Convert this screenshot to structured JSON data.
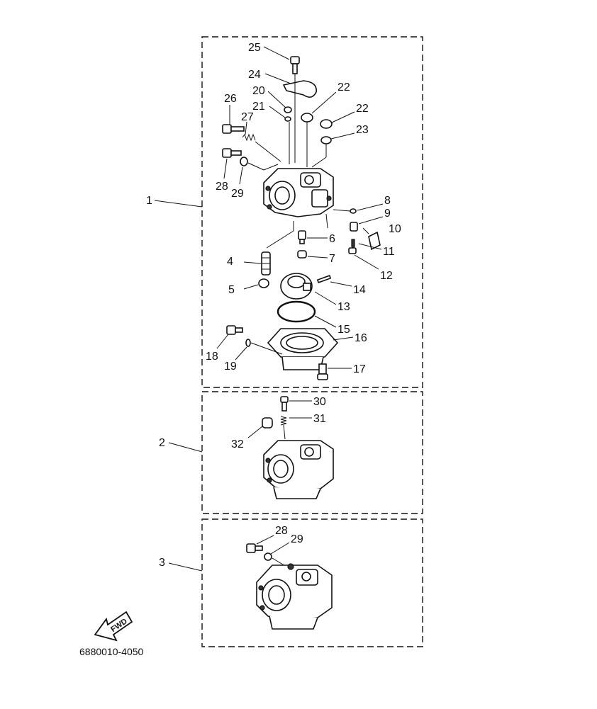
{
  "diagram": {
    "part_code": "6880010-4050",
    "fwd_label": "FWD",
    "assembly_callouts": [
      "1",
      "2",
      "3"
    ],
    "callouts": {
      "p25": "25",
      "p24": "24",
      "p20": "20",
      "p22a": "22",
      "p22b": "22",
      "p21": "21",
      "p26": "26",
      "p27": "27",
      "p23": "23",
      "p28a": "28",
      "p29a": "29",
      "p8": "8",
      "p9": "9",
      "p10": "10",
      "p11": "11",
      "p12": "12",
      "p6": "6",
      "p7": "7",
      "p4": "4",
      "p5": "5",
      "p14": "14",
      "p13": "13",
      "p15": "15",
      "p16": "16",
      "p18": "18",
      "p19": "19",
      "p17": "17",
      "p30": "30",
      "p31": "31",
      "p32": "32",
      "p28b": "28",
      "p29b": "29"
    }
  }
}
